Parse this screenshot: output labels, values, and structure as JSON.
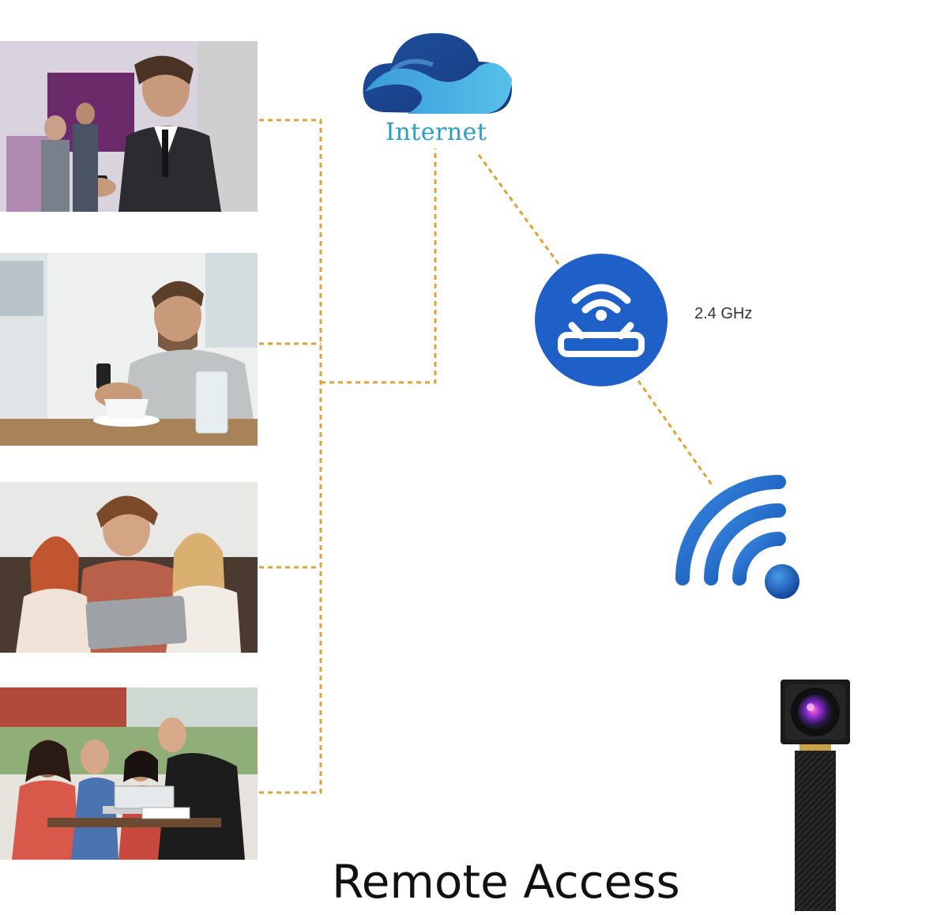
{
  "labels": {
    "internet": "Internet",
    "frequency": "2.4 GHz",
    "title": "Remote Access"
  },
  "icons": {
    "cloud": "cloud-icon",
    "router": "router-icon",
    "wifi": "wifi-signal-icon",
    "camera": "camera-module-icon"
  },
  "colors": {
    "connector": "#d9a53a",
    "cloud_dark": "#1e4f9c",
    "cloud_light": "#3a9bd8",
    "internet_text": "#2a9bc4",
    "router_bg": "#1f5fc8",
    "wifi": "#1a66cc"
  },
  "photos": [
    {
      "scene": "businessman-phone-photo"
    },
    {
      "scene": "man-phone-table-photo"
    },
    {
      "scene": "family-tablet-photo"
    },
    {
      "scene": "group-laptop-photo"
    }
  ]
}
